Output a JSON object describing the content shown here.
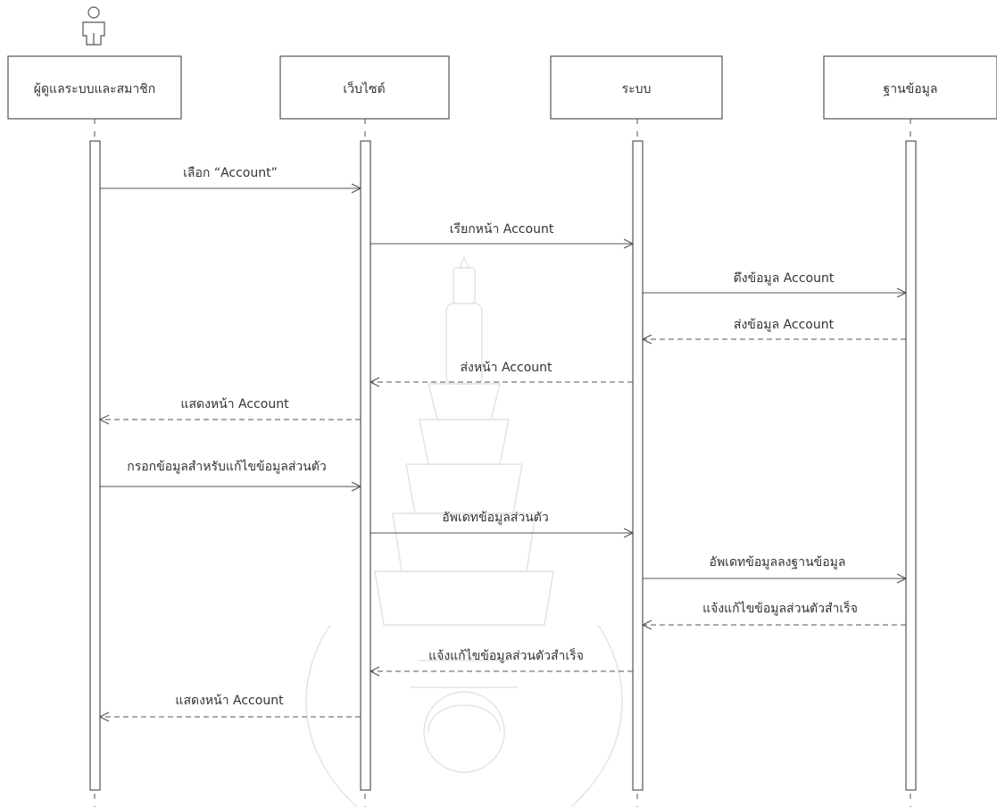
{
  "diagram": {
    "type": "sequence",
    "participants": [
      {
        "id": "admin",
        "label": "ผู้ดูแลระบบและสมาชิก",
        "has_actor_icon": true
      },
      {
        "id": "website",
        "label": "เว็บไซต์"
      },
      {
        "id": "system",
        "label": "ระบบ"
      },
      {
        "id": "database",
        "label": "ฐานข้อมูล"
      }
    ],
    "messages": [
      {
        "from": "admin",
        "to": "website",
        "label": "เลือก “Account”",
        "style": "solid"
      },
      {
        "from": "website",
        "to": "system",
        "label": "เรียกหน้า Account",
        "style": "solid"
      },
      {
        "from": "system",
        "to": "database",
        "label": "ดึงข้อมูล Account",
        "style": "solid"
      },
      {
        "from": "database",
        "to": "system",
        "label": "ส่งข้อมูล Account",
        "style": "dashed"
      },
      {
        "from": "system",
        "to": "website",
        "label": "ส่งหน้า Account",
        "style": "dashed"
      },
      {
        "from": "website",
        "to": "admin",
        "label": "แสดงหน้า Account",
        "style": "dashed"
      },
      {
        "from": "admin",
        "to": "website",
        "label": "กรอกข้อมูลสำหรับแก้ไขข้อมูลส่วนตัว",
        "style": "solid"
      },
      {
        "from": "website",
        "to": "system",
        "label": "อัพเดทข้อมูลส่วนตัว",
        "style": "solid"
      },
      {
        "from": "system",
        "to": "database",
        "label": "อัพเดทข้อมูลลงฐานข้อมูล",
        "style": "solid"
      },
      {
        "from": "database",
        "to": "system",
        "label": "แจ้งแก้ไขข้อมูลส่วนตัวสำเร็จ",
        "style": "dashed"
      },
      {
        "from": "system",
        "to": "website",
        "label": "แจ้งแก้ไขข้อมูลส่วนตัวสำเร็จ",
        "style": "dashed"
      },
      {
        "from": "website",
        "to": "admin",
        "label": "แสดงหน้า Account",
        "style": "dashed"
      }
    ]
  },
  "colors": {
    "line": "#555555",
    "text": "#333333",
    "watermark": "#e6e6e6"
  },
  "icons": {
    "actor": "person-icon",
    "watermark": "emblem-watermark"
  }
}
